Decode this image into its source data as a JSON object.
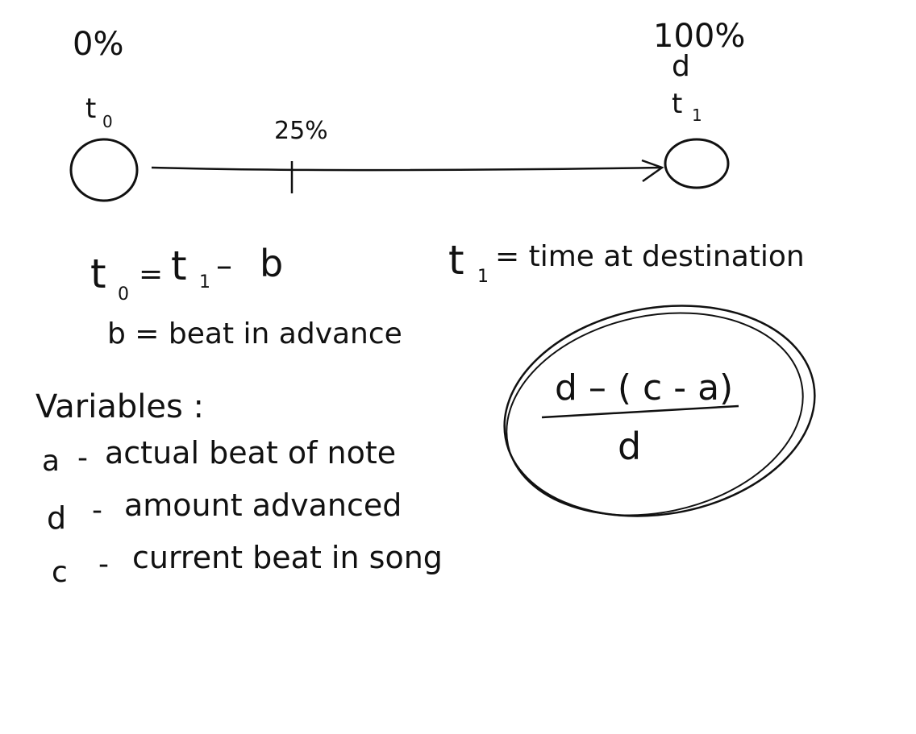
{
  "diagram": {
    "timeline": {
      "start_percent": "0%",
      "start_node": "t",
      "start_node_sub": "0",
      "mid_percent": "25%",
      "end_percent": "100%",
      "end_variable": "d",
      "end_node": "t",
      "end_node_sub": "1"
    },
    "equations": {
      "t0": {
        "lhs": "t",
        "lhs_sub": "0",
        "eq": "=",
        "rhs_a": "t",
        "rhs_a_sub": "1",
        "minus": "–",
        "rhs_b": "b"
      },
      "b_def": "b = beat in advance",
      "t1": {
        "lhs": "t",
        "lhs_sub": "1",
        "rest": "= time at destination"
      }
    },
    "variables": {
      "heading": "Variables :",
      "items": [
        {
          "name": "a",
          "sep": "-",
          "desc": "actual beat of note"
        },
        {
          "name": "d",
          "sep": "-",
          "desc": "amount advanced"
        },
        {
          "name": "c",
          "sep": "-",
          "desc": "current beat in song"
        }
      ]
    },
    "formula": {
      "numerator": "d – ( c - a)",
      "denominator": "d"
    }
  }
}
